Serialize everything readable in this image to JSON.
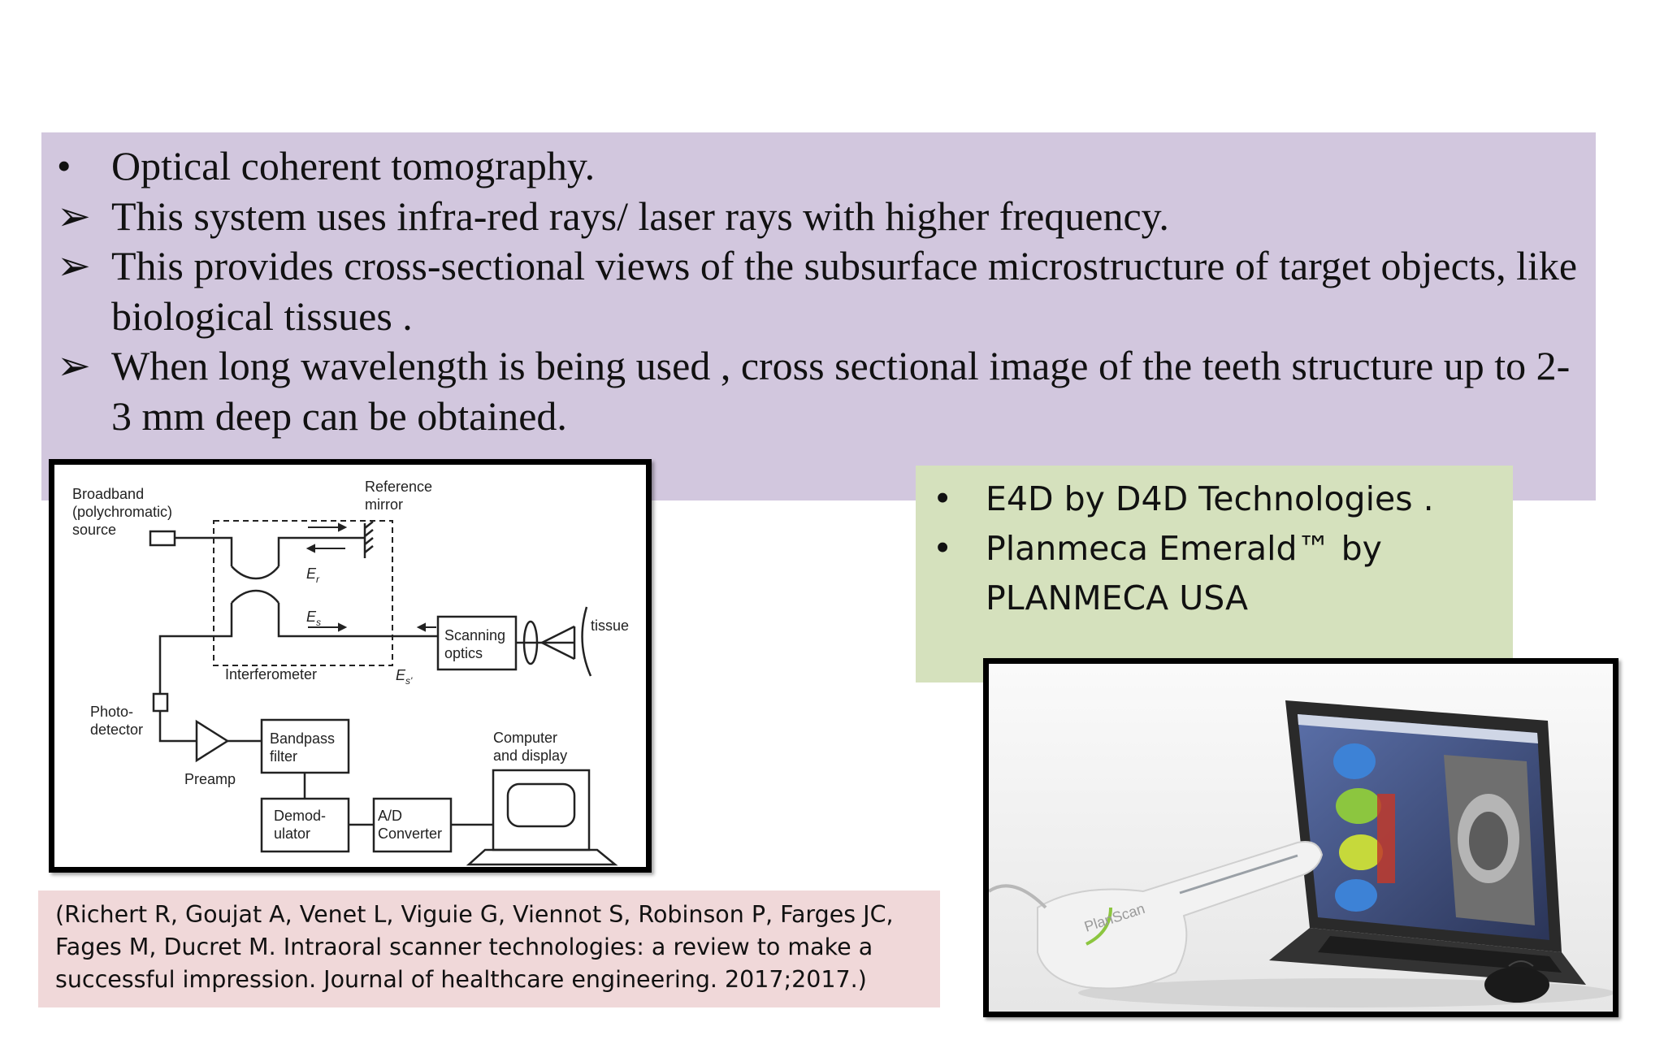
{
  "main_bullets": [
    {
      "marker": "•",
      "text": "Optical coherent tomography."
    },
    {
      "marker": "➢",
      "text": "This system uses infra-red rays/ laser rays with higher frequency."
    },
    {
      "marker": "➢",
      "text": "This provides cross-sectional views of the subsurface microstructure of target objects, like biological tissues ."
    },
    {
      "marker": "➢",
      "text": "When long wavelength is being used , cross sectional image of the teeth structure up to 2-3 mm deep can be obtained."
    }
  ],
  "products": [
    {
      "marker": "•",
      "text": "E4D by D4D Technologies ."
    },
    {
      "marker": "•",
      "text": "Planmeca Emerald™ by PLANMECA USA"
    }
  ],
  "diagram": {
    "source_line1": "Broadband",
    "source_line2": "(polychromatic)",
    "source_line3": "source",
    "mirror_line1": "Reference",
    "mirror_line2": "mirror",
    "er": "E",
    "er_sub": "r",
    "es": "E",
    "es_sub": "s",
    "es_prime": "E",
    "es_prime_sub": "s'",
    "interferometer": "Interferometer",
    "scanning_line1": "Scanning",
    "scanning_line2": "optics",
    "tissue": "tissue",
    "photo_line1": "Photo-",
    "photo_line2": "detector",
    "preamp": "Preamp",
    "bandpass_line1": "Bandpass",
    "bandpass_line2": "filter",
    "demod_line1": "Demod-",
    "demod_line2": "ulator",
    "ad_line1": "A/D",
    "ad_line2": "Converter",
    "computer_line1": "Computer",
    "computer_line2": "and display"
  },
  "photo": {
    "scanner_brand": "PlanScan"
  },
  "citation": "(Richert R, Goujat A, Venet L, Viguie G, Viennot S, Robinson P, Farges JC, Fages M, Ducret M. Intraoral scanner technologies: a review to make a successful impression. Journal of healthcare engineering. 2017;2017.)",
  "colors": {
    "purple_panel": "#d2c7de",
    "green_panel": "#d5e1bd",
    "pink_panel": "#f0d8d9"
  }
}
